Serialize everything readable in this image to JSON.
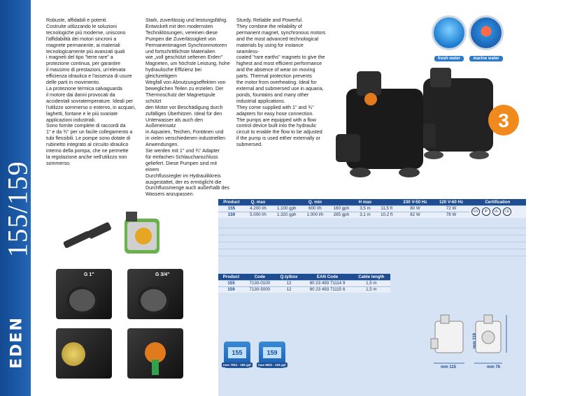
{
  "sidebar": {
    "model_title": "155/159",
    "brand": "EDEN"
  },
  "text": {
    "italian": "Robuste, affidabili e potenti.\nCostruite utilizzando le soluzioni\ntecnologiche più moderne, uniscono\nl'affidabilità dei motori sincroni a\nmagnete permanente, ai materiali\ntecnologicamente più avanzati quali\ni magneti del tipo \"terre rare\" a\nprotezione continua, per garantire\nil massimo di prestazioni, un'elevata\nefficienza idraulica e l'assenza di usure\ndelle parti in movimento.\nLa protezione termica salvaguarda\nil motore dai danni provocati da\naccidentali sovratemperature. Ideali per\nl'utilizzo sommerso o esterno, in acquari,\nlaghetti, fontane e le più svariate\napplicazioni industriali.\nSono fornite complete di raccordi da\n1\" e da ¾\" per un facile collegamento a\ntubi flessibili. Le pompe sono dotate di\nrubinetto integrato al circuito idraulico\ninterno della pompa, che ne permette\nla regolazione anche nell'utilizzo non\nsommerso.",
    "german": "Stark, zuverlässig und leistungsfähig.\nEntwickelt mit den modernsten\nTechniklösungen, vereinen diese\nPumpen die Zuverlässigkeit von\nPermanentmagnet Synchronmotoren\nund fortschrittlichste Materialien\nwie „voll geschützt seltenen Erden\"\nMagneten, um höchste Leistung, hohe\nhydraulische Effizienz bei gleichzeitigem\nWegfall von Abnutzungseffekten von\nbeweglichen Teilen zu erzielen. Der\nThermoschutz der Magnetspule schützt\nden Motor vor Beschädigung durch\nzufälliges Überhitzen. Ideal für den\nUnterwasser als auch den Außeneinsatz\nin Aquarien, Teichen, Fontänen und\nin vielen verschiedenen industriellen\nAnwendungen.\nSie werden mit 1\" und ¾\" Adapter\nfür einfachen Schlauchanschluss\ngeliefert. Diese Pumpen sind mit einem\nDurchflussregler im Hydraulikkreis\nausgestattet, der es ermöglicht die\nDurchflussmenge auch außerhalb des\nWassers anzupassen.",
    "english": "Sturdy, Reliable and Powerful.\nThey combine the reliability of\npermanent magnet, synchronous motors\nand the most advanced technological\nmaterials by using for instance seamless-\ncoated \"rare earths\" magnets to give the\nhighest and most efficient performance\nand the absence of wear on moving\nparts. Thermal protection prevents\nthe motor from overheating. Ideal for\nexternal and submersed use in aquaria,\nponds, fountains and many other\nindustrial applications.\nThey come supplied with 1\" and ¾\"\nadapters for easy hose connection.\nThe pumps are equipped with a flow\ncontrol device built into the hydraulic\ncircuit to enable the flow to be adjusted\nif the pump is used either externally or\nsubmersed."
  },
  "badges": {
    "fresh": "fresh water",
    "marine": "marine water",
    "warranty": "3"
  },
  "photos": {
    "g1": "G 1\"",
    "g34": "G 3/4\""
  },
  "spec_table": {
    "headers": [
      "Product",
      "Q. max",
      "",
      "Q. min",
      "",
      "H max",
      "",
      "230 V-50 Hz",
      "120 V-60 Hz",
      "Certification"
    ],
    "rows": [
      [
        "155",
        "4.200 l/h",
        "1.100 gph",
        "600 l/h",
        "160 gph",
        "3,5 m",
        "11,5 ft",
        "80 W",
        "72 W"
      ],
      [
        "159",
        "5.000 l/h",
        "1.320 gph",
        "1.000 l/h",
        "265 gph",
        "3,1 m",
        "10,2 ft",
        "82 W",
        "78 W"
      ]
    ],
    "cert_icons": [
      "GS",
      "IP",
      "UL",
      "CE"
    ]
  },
  "code_table": {
    "headers": [
      "Product",
      "Code",
      "Q.ty/box",
      "EAN Code",
      "Cable length"
    ],
    "rows": [
      [
        "155",
        "7130-0100",
        "12",
        "80 23 493 71114 9",
        "1,5 m"
      ],
      [
        "159",
        "7130-5000",
        "12",
        "80 23 493 71115 6",
        "1,5 m"
      ]
    ]
  },
  "packages": {
    "p155": "155",
    "p159": "159",
    "p155_label": "max 7051 - 185 gal",
    "p159_label": "max 8501 - 225 gal"
  },
  "dimensions": {
    "height": "mm 119",
    "length": "mm 115",
    "width": "mm 76"
  },
  "colors": {
    "brand_blue": "#1c5aa8",
    "table_header": "#1e4d92",
    "panel_blue": "#d5e3f4",
    "warranty_orange": "#f08a1c"
  }
}
